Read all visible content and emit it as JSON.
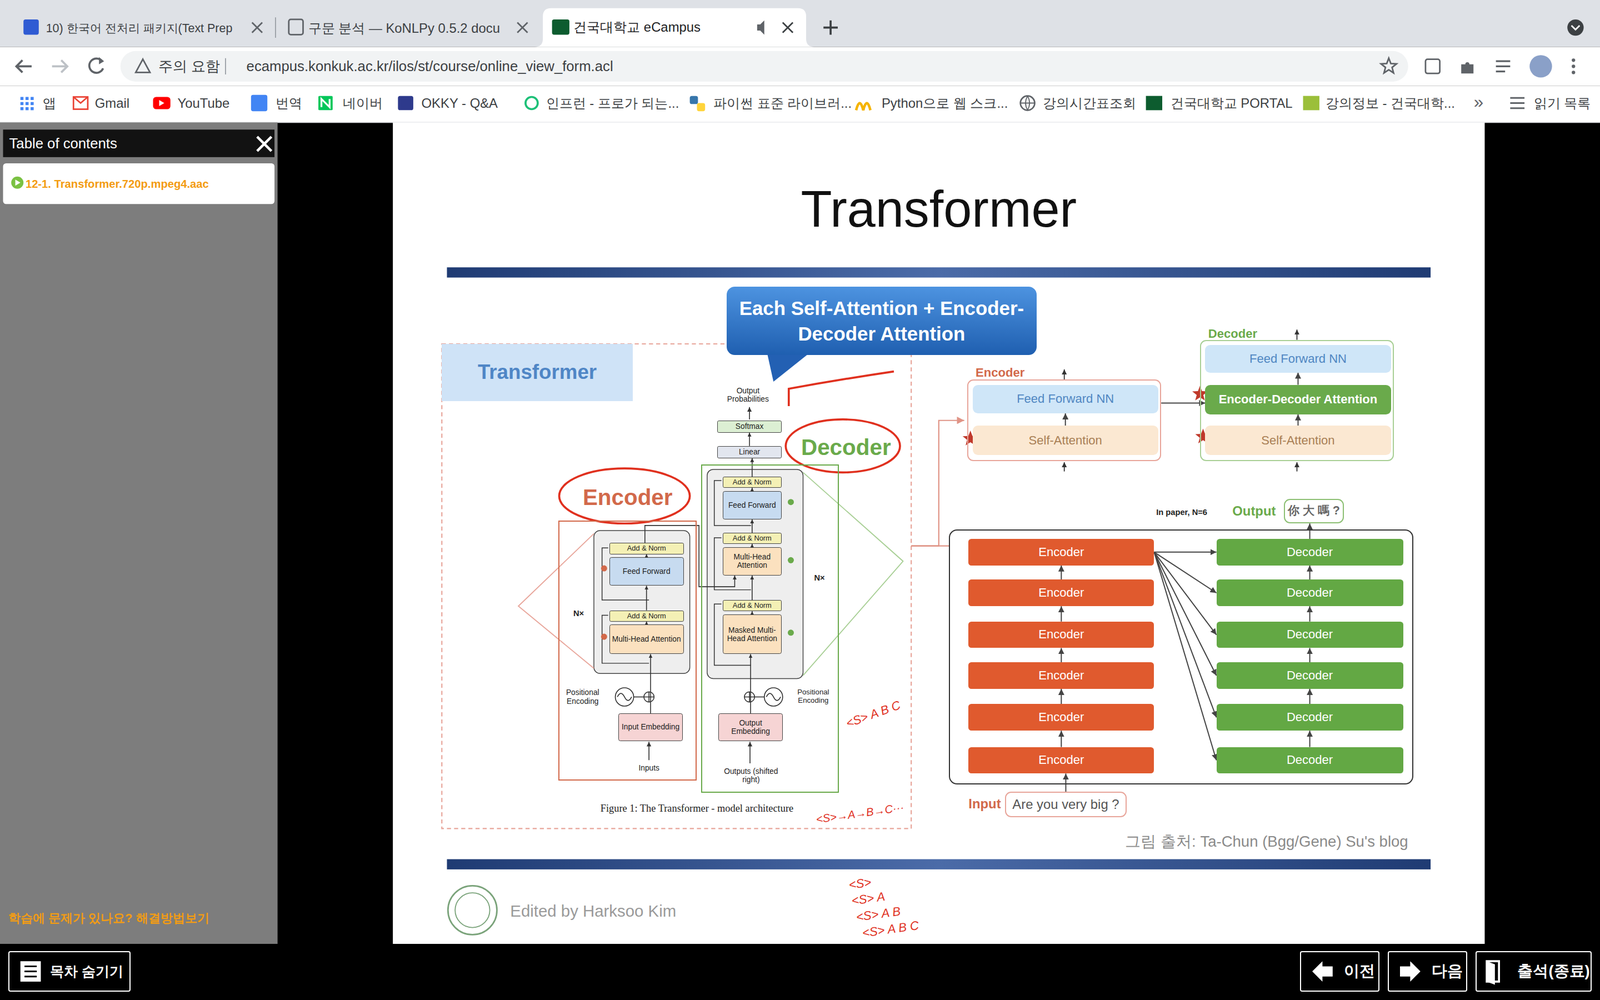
{
  "diagram": {
    "title": "Transformer",
    "caption": "Figure 1: The Transformer - model architecture",
    "nodes": [
      {
        "text": [
          "10) 한국어 전처리 패키지(Text Prep"
        ]
      },
      {
        "text": [
          "구문 분석 — KoNLPy 0.5.2 docu"
        ]
      },
      {
        "text": [
          "건국대학교 eCampus"
        ]
      },
      {
        "text": [
          "주의 요함",
          "ecampus.konkuk.ac.kr/ilos/st/course/online_view_form.acl"
        ]
      },
      {
        "text": [
          "Table of contents"
        ]
      },
      {
        "text": [
          "12-1. Transformer.720p.mpeg4.aac"
        ]
      },
      {
        "text": [
          "목차 숨기기"
        ]
      },
      {
        "text": [
          "이전"
        ]
      },
      {
        "text": [
          "다음"
        ]
      },
      {
        "text": [
          "출석(종료)"
        ]
      },
      {
        "text": [
          "Transformer"
        ]
      },
      {
        "text": [
          "Each Self-Attention + Encoder-Decoder Attention"
        ]
      },
      {
        "text": [
          "Softmax"
        ]
      },
      {
        "text": [
          "Linear"
        ]
      },
      {
        "text": [
          "Encoder"
        ]
      },
      {
        "text": [
          "N×"
        ],
        "in": 14
      },
      {
        "text": [
          "Add & Norm"
        ],
        "in": 15
      },
      {
        "text": [
          "Feed Forward"
        ],
        "in": 15
      },
      {
        "text": [
          "Add & Norm"
        ],
        "in": 15
      },
      {
        "text": [
          "Multi-Head Attention"
        ],
        "in": 15
      },
      {
        "text": [
          "Input Embedding"
        ],
        "in": 14
      },
      {
        "text": [
          "Decoder"
        ]
      },
      {
        "text": [
          "N×"
        ],
        "in": 21
      },
      {
        "text": [
          "Add & Norm"
        ],
        "in": 22
      },
      {
        "text": [
          "Feed Forward"
        ],
        "in": 22
      },
      {
        "text": [
          "Add & Norm"
        ],
        "in": 22
      },
      {
        "text": [
          "Multi-Head Attention"
        ],
        "in": 22
      },
      {
        "text": [
          "Add & Norm"
        ],
        "in": 22
      },
      {
        "text": [
          "Masked Multi-Head Attention"
        ],
        "in": 22
      },
      {
        "text": [
          "Output Embedding"
        ],
        "in": 21
      },
      {
        "text": [
          "Encoder"
        ]
      },
      {
        "text": [
          "Feed Forward NN"
        ],
        "in": 30
      },
      {
        "text": [
          "Self-Attention"
        ],
        "in": 30
      },
      {
        "text": [
          "Decoder"
        ]
      },
      {
        "text": [
          "Feed Forward NN"
        ],
        "in": 33
      },
      {
        "text": [
          "Encoder-Decoder Attention"
        ],
        "in": 33
      },
      {
        "text": [
          "Self-Attention"
        ],
        "in": 33
      },
      {
        "text": [
          "你 大 嗎 ?"
        ]
      },
      {
        "text": [
          "In paper, N=6"
        ]
      },
      {
        "text": [
          "Encoder"
        ],
        "in": 38
      },
      {
        "text": [
          "Encoder"
        ],
        "in": 38
      },
      {
        "text": [
          "Encoder"
        ],
        "in": 38
      },
      {
        "text": [
          "Encoder"
        ],
        "in": 38
      },
      {
        "text": [
          "Encoder"
        ],
        "in": 38
      },
      {
        "text": [
          "Encoder"
        ],
        "in": 38
      },
      {
        "text": [
          "Decoder"
        ],
        "in": 38
      },
      {
        "text": [
          "Decoder"
        ],
        "in": 38
      },
      {
        "text": [
          "Decoder"
        ],
        "in": 38
      },
      {
        "text": [
          "Decoder"
        ],
        "in": 38
      },
      {
        "text": [
          "Decoder"
        ],
        "in": 38
      },
      {
        "text": [
          "Decoder"
        ],
        "in": 38
      },
      {
        "text": [
          "Are you very big ?"
        ]
      }
    ],
    "edges": [
      {
        "from": 20,
        "to": 19,
        "arrow": "to"
      },
      {
        "from": 19,
        "to": 18,
        "arrow": "to"
      },
      {
        "from": 18,
        "to": 17,
        "arrow": "to"
      },
      {
        "from": 17,
        "to": 16,
        "arrow": "to"
      },
      {
        "from": 16,
        "to": 26,
        "arrow": "to"
      },
      {
        "from": 29,
        "to": 28,
        "arrow": "to"
      },
      {
        "from": 28,
        "to": 27,
        "arrow": "to"
      },
      {
        "from": 27,
        "to": 26,
        "arrow": "to"
      },
      {
        "from": 26,
        "to": 25,
        "arrow": "to"
      },
      {
        "from": 25,
        "to": 24,
        "arrow": "to"
      },
      {
        "from": 24,
        "to": 23,
        "arrow": "to"
      },
      {
        "from": 23,
        "to": 13,
        "arrow": "to"
      },
      {
        "from": 13,
        "to": 12,
        "arrow": "to"
      },
      {
        "from": 32,
        "to": 31,
        "arrow": "to"
      },
      {
        "from": 30,
        "to": 35,
        "arrow": "to"
      },
      {
        "from": 36,
        "to": 35,
        "arrow": "to"
      },
      {
        "from": 35,
        "to": 34,
        "arrow": "to"
      },
      {
        "from": 51,
        "to": 44,
        "arrow": "to"
      },
      {
        "from": 44,
        "to": 43,
        "arrow": "to"
      },
      {
        "from": 43,
        "to": 42,
        "arrow": "to"
      },
      {
        "from": 42,
        "to": 41,
        "arrow": "to"
      },
      {
        "from": 41,
        "to": 40,
        "arrow": "to"
      },
      {
        "from": 40,
        "to": 39,
        "arrow": "to"
      },
      {
        "from": 39,
        "to": 45,
        "arrow": "to"
      },
      {
        "from": 39,
        "to": 46,
        "arrow": "to"
      },
      {
        "from": 39,
        "to": 47,
        "arrow": "to"
      },
      {
        "from": 39,
        "to": 48,
        "arrow": "to"
      },
      {
        "from": 39,
        "to": 49,
        "arrow": "to"
      },
      {
        "from": 39,
        "to": 50,
        "arrow": "to"
      },
      {
        "from": 50,
        "to": 49,
        "arrow": "to"
      },
      {
        "from": 49,
        "to": 48,
        "arrow": "to"
      },
      {
        "from": 48,
        "to": 47,
        "arrow": "to"
      },
      {
        "from": 47,
        "to": 46,
        "arrow": "to"
      },
      {
        "from": 46,
        "to": 45,
        "arrow": "to"
      },
      {
        "from": 45,
        "to": 37,
        "arrow": "to"
      }
    ],
    "labels": [
      "앱",
      "Gmail",
      "YouTube",
      "번역",
      "네이버",
      "OKKY - Q&A",
      "인프런 - 프로가 되는...",
      "파이썬 표준 라이브러...",
      "Python으로 웹 스크...",
      "강의시간표조회",
      "건국대학교 PORTAL",
      "강의정보 - 건국대학...",
      "»",
      "읽기 목록",
      "학습에 문제가 있나요? 해결방법보기",
      "Output Probabilities",
      "Inputs",
      "Outputs (shifted right)",
      "Positional Encoding",
      "Positional Encoding",
      "Output",
      "Input",
      "그림 출처: Ta-Chun (Bgg/Gene) Su's blog",
      "Edited by Harksoo Kim",
      "<S> A B C",
      "<S>→A→B→C···",
      "<S>",
      "<S> A",
      "<S> A B",
      "<S> A B C"
    ]
  }
}
